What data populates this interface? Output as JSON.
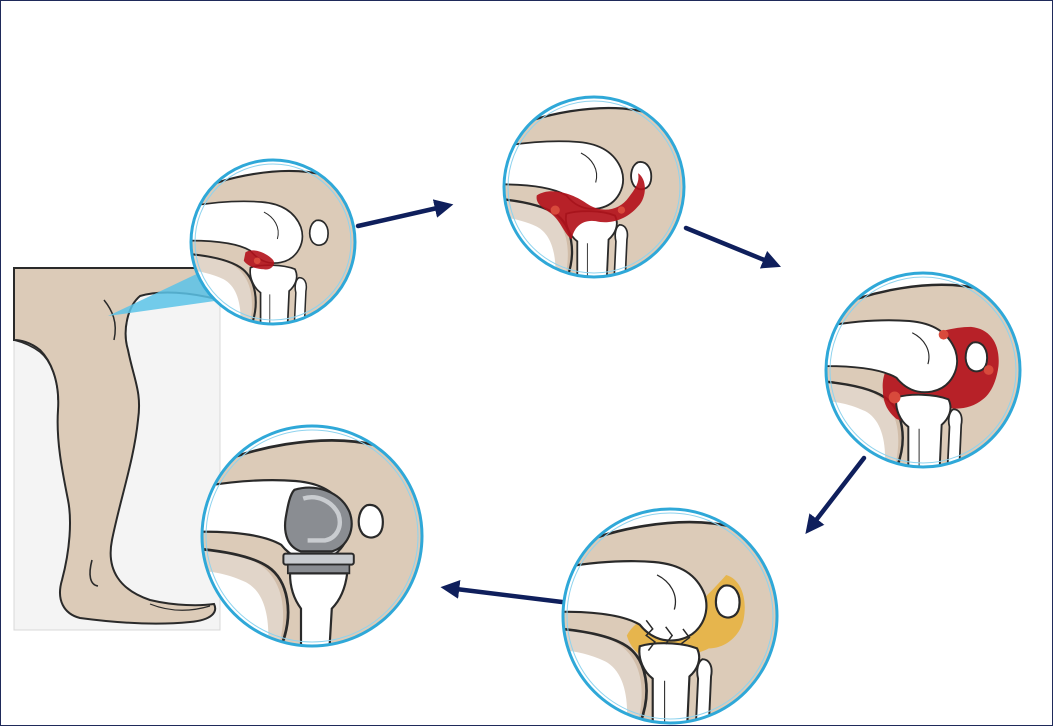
{
  "diagram": {
    "type": "knee-joint-progression-cycle",
    "colors": {
      "border": "#1f2a5a",
      "arrow": "#0f1f5c",
      "skin": "#dccbb8",
      "skin_shade": "#c9b39c",
      "bone": "#ffffff",
      "outline": "#2a2a2a",
      "ring": "#2fa8d8",
      "ring_inner": "#8fd3ee",
      "inflammation": "#b3121b",
      "inflammation_light": "#d84a3c",
      "sclerosis": "#e8b23a",
      "implant": "#8a8d92",
      "implant_light": "#c9ccd0",
      "callout": "#5bc3e8",
      "leg_panel": "#f4f4f4"
    },
    "stages": [
      {
        "id": "stage-1",
        "icon": "knee-early-inflammation-icon",
        "severity": "mild"
      },
      {
        "id": "stage-2",
        "icon": "knee-moderate-inflammation-icon",
        "severity": "moderate"
      },
      {
        "id": "stage-3",
        "icon": "knee-severe-inflammation-icon",
        "severity": "severe"
      },
      {
        "id": "stage-4",
        "icon": "knee-bone-damage-icon",
        "severity": "bone-erosion"
      },
      {
        "id": "stage-5",
        "icon": "knee-joint-replacement-icon",
        "severity": "prosthesis"
      }
    ],
    "arrows": [
      {
        "from": "stage-1",
        "to": "stage-2"
      },
      {
        "from": "stage-2",
        "to": "stage-3"
      },
      {
        "from": "stage-3",
        "to": "stage-4"
      },
      {
        "from": "stage-4",
        "to": "stage-5"
      }
    ]
  }
}
